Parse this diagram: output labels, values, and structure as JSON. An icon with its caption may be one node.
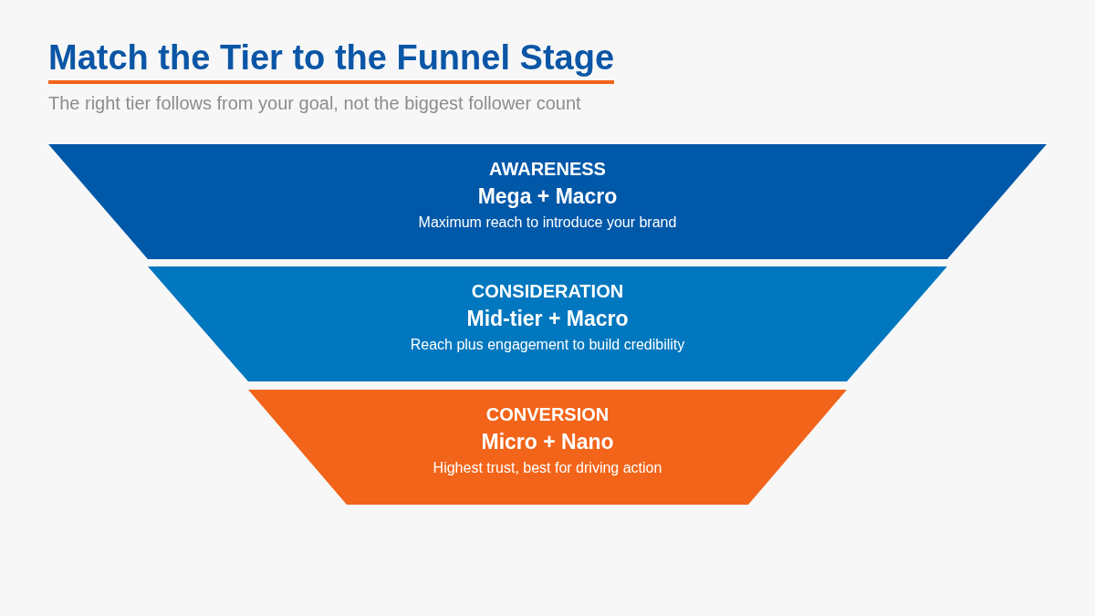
{
  "diagram": {
    "title": "Match the Tier to the Funnel Stage",
    "nodes": [
      {
        "text": [
          "AWARENESS",
          "Mega + Macro",
          "Maximum reach to introduce your brand"
        ]
      },
      {
        "text": [
          "CONSIDERATION",
          "Mid-tier + Macro",
          "Reach plus engagement to build credibility"
        ]
      },
      {
        "text": [
          "CONVERSION",
          "Micro + Nano",
          "Highest trust, best for driving action"
        ]
      }
    ],
    "labels": [
      "The right tier follows from your goal, not the biggest follower count"
    ]
  }
}
